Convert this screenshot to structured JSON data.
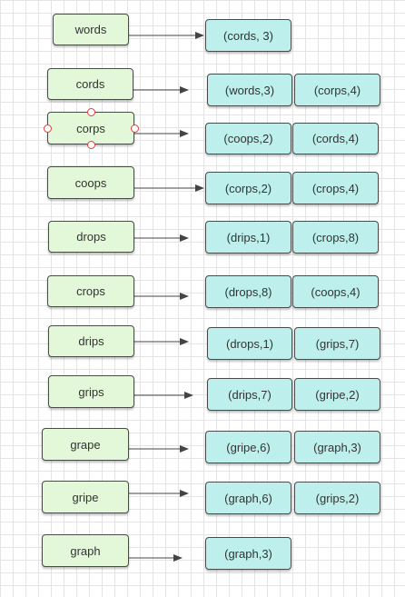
{
  "rows": [
    {
      "key": "words",
      "values": [
        "(cords, 3)"
      ]
    },
    {
      "key": "cords",
      "values": [
        "(words,3)",
        "(corps,4)"
      ]
    },
    {
      "key": "corps",
      "values": [
        "(coops,2)",
        "(cords,4)"
      ],
      "selected": true
    },
    {
      "key": "coops",
      "values": [
        "(corps,2)",
        "(crops,4)"
      ]
    },
    {
      "key": "drops",
      "values": [
        "(drips,1)",
        "(crops,8)"
      ]
    },
    {
      "key": "crops",
      "values": [
        "(drops,8)",
        "(coops,4)"
      ]
    },
    {
      "key": "drips",
      "values": [
        "(drops,1)",
        "(grips,7)"
      ]
    },
    {
      "key": "grips",
      "values": [
        "(drips,7)",
        "(gripe,2)"
      ]
    },
    {
      "key": "grape",
      "values": [
        "(gripe,6)",
        "(graph,3)"
      ]
    },
    {
      "key": "gripe",
      "values": [
        "(graph,6)",
        "(grips,2)"
      ]
    },
    {
      "key": "graph",
      "values": [
        "(graph,3)"
      ]
    }
  ],
  "colors": {
    "key_fill": "#e2f8d8",
    "value_fill": "#bdf0ec",
    "stroke": "#4a4a4a",
    "selection_handle": "#e03e3e"
  }
}
